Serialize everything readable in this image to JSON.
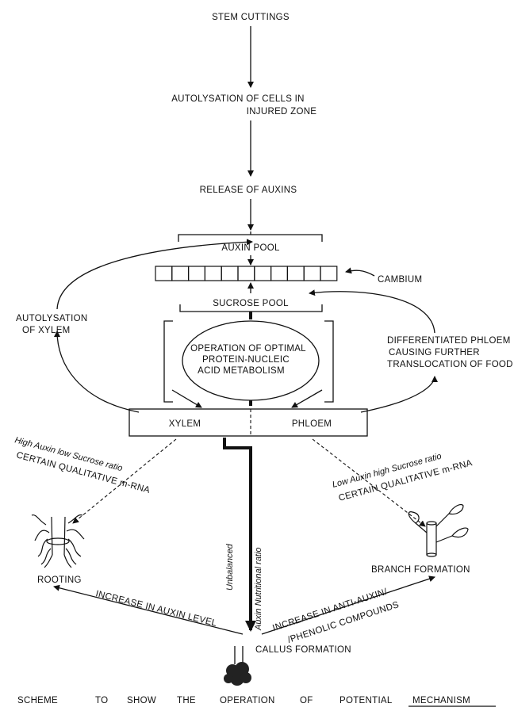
{
  "nodes": {
    "stem_cuttings": "STEM CUTTINGS",
    "autolysation_line1": "AUTOLYSATION OF CELLS IN",
    "autolysation_line2": "INJURED ZONE",
    "release_auxins": "RELEASE OF AUXINS",
    "auxin_pool": "AUXIN   POOL",
    "cambium": "CAMBIUM",
    "sucrose_pool": "SUCROSE POOL",
    "autolysation_xylem_line1": "AUTOLYSATION",
    "autolysation_xylem_line2": "OF XYLEM",
    "diff_phloem_line1": "DIFFERENTIATED PHLOEM",
    "diff_phloem_line2": "CAUSING FURTHER",
    "diff_phloem_line3": "TRANSLOCATION OF FOOD",
    "metab_line1": "OPERATION OF OPTIMAL",
    "metab_line2": "PROTEIN-NUCLEIC",
    "metab_line3": "ACID METABOLISM",
    "xylem": "XYLEM",
    "phloem": "PHLOEM",
    "rooting": "ROOTING",
    "branch_formation": "BRANCH FORMATION",
    "callus_formation": "CALLUS FORMATION"
  },
  "edge_labels": {
    "left_ratio": "High Auxin low Sucrose ratio",
    "left_mrna": "CERTAIN QUALITATIVE m-RNA",
    "right_ratio": "Low Auxin high Sucrose ratio",
    "right_mrna": "CERTAIN QUALITATIVE m-RNA",
    "unbalanced": "Unbalanced",
    "nutritional_ratio": "Auxin  Nutritional ratio",
    "increase_auxin": "INCREASE IN AUXIN LEVEL",
    "anti_auxin_line1": "INCREASE IN ANTI-AUXIN/",
    "anti_auxin_line2": "/PHENOLIC COMPOUNDS"
  },
  "caption": {
    "words": [
      "SCHEME",
      "TO",
      "SHOW",
      "THE",
      "OPERATION",
      "OF",
      "POTENTIAL",
      "MECHANISM"
    ]
  }
}
